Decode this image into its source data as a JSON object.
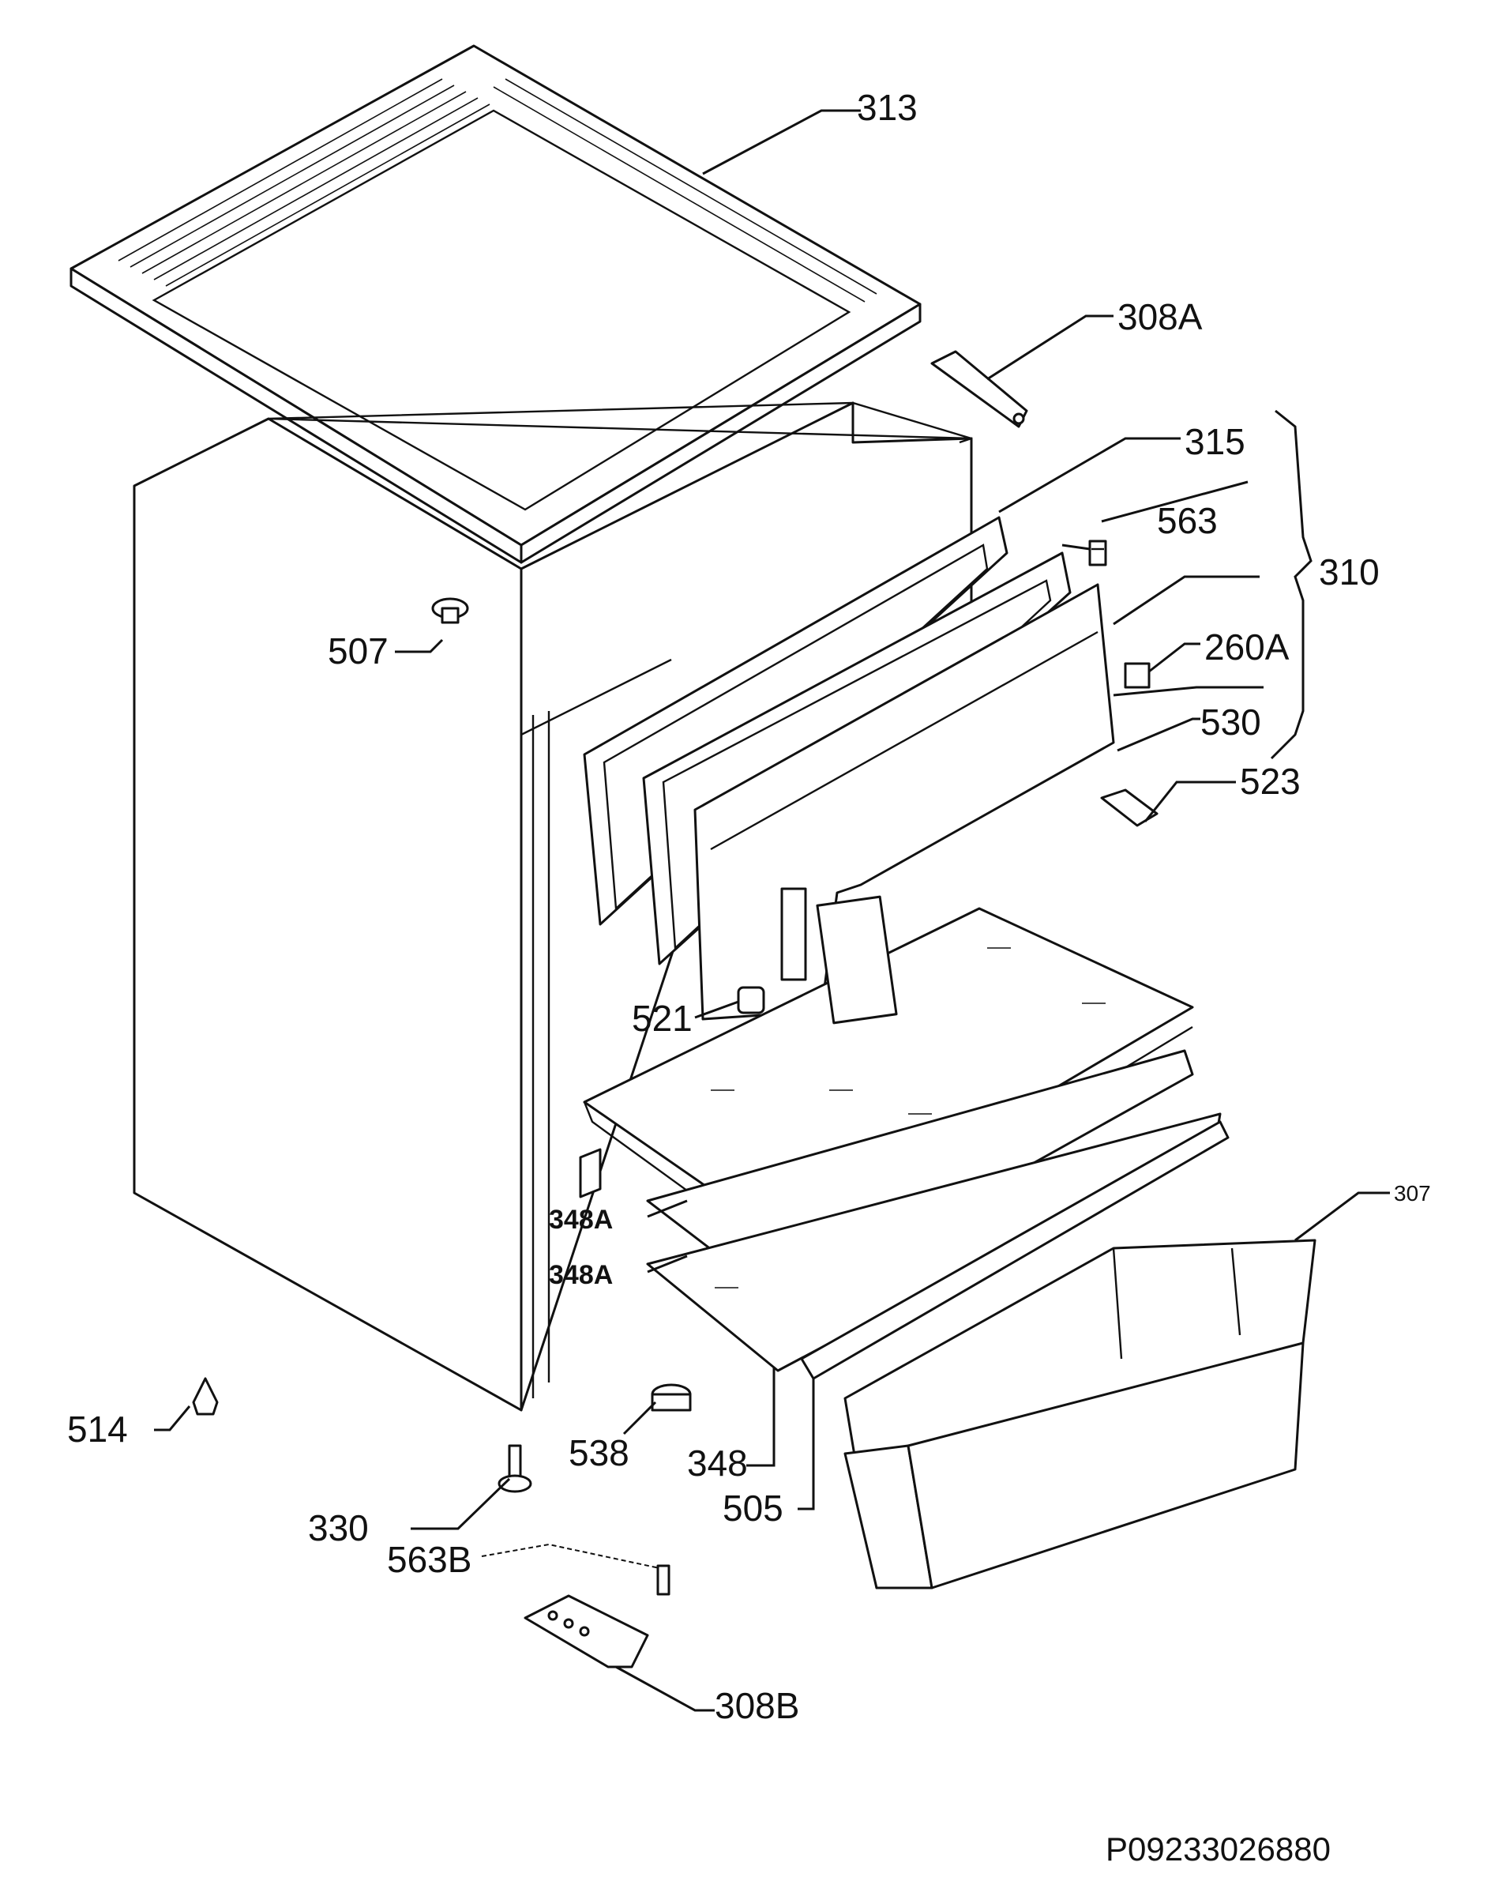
{
  "labels": {
    "p313": "313",
    "p308A": "308A",
    "p315": "315",
    "p563": "563",
    "p310": "310",
    "p260A": "260A",
    "p507": "507",
    "p530": "530",
    "p523": "523",
    "p521": "521",
    "p307": "307",
    "p348A_1": "348A",
    "p348A_2": "348A",
    "p514": "514",
    "p538": "538",
    "p348": "348",
    "p505": "505",
    "p330": "330",
    "p563B": "563B",
    "p308B": "308B"
  },
  "drawing_code": "P09233026880"
}
